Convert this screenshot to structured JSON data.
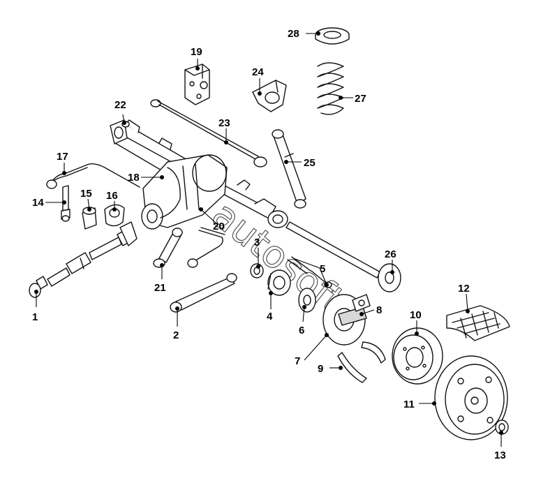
{
  "watermark": "autosoft",
  "callouts": [
    "1",
    "2",
    "3",
    "4",
    "5",
    "6",
    "7",
    "8",
    "9",
    "10",
    "11",
    "12",
    "13",
    "14",
    "15",
    "16",
    "17",
    "18",
    "19",
    "20",
    "21",
    "22",
    "23",
    "24",
    "25",
    "26",
    "27",
    "28"
  ]
}
